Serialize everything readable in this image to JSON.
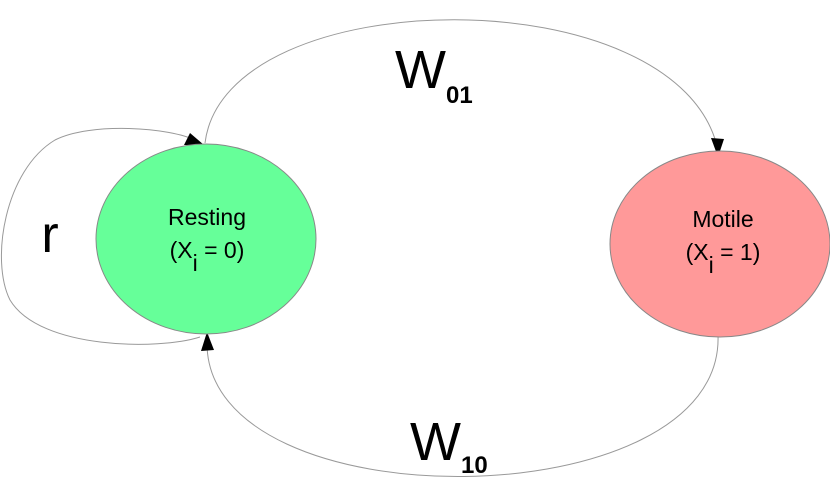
{
  "states": {
    "resting": {
      "name": "Resting",
      "expr_open": "(X",
      "expr_sub": "i",
      "expr_close": " = 0)",
      "fill": "#66ff99"
    },
    "motile": {
      "name": "Motile",
      "expr_open": "(X",
      "expr_sub": "i",
      "expr_close": " = 1)",
      "fill": "#ff9999"
    }
  },
  "transitions": {
    "w01": {
      "base": "W",
      "sub": "01"
    },
    "w10": {
      "base": "W",
      "sub": "10"
    },
    "self_loop": {
      "label": "r"
    }
  },
  "colors": {
    "edge": "#999999",
    "arrowhead": "#000000",
    "text": "#000000"
  }
}
